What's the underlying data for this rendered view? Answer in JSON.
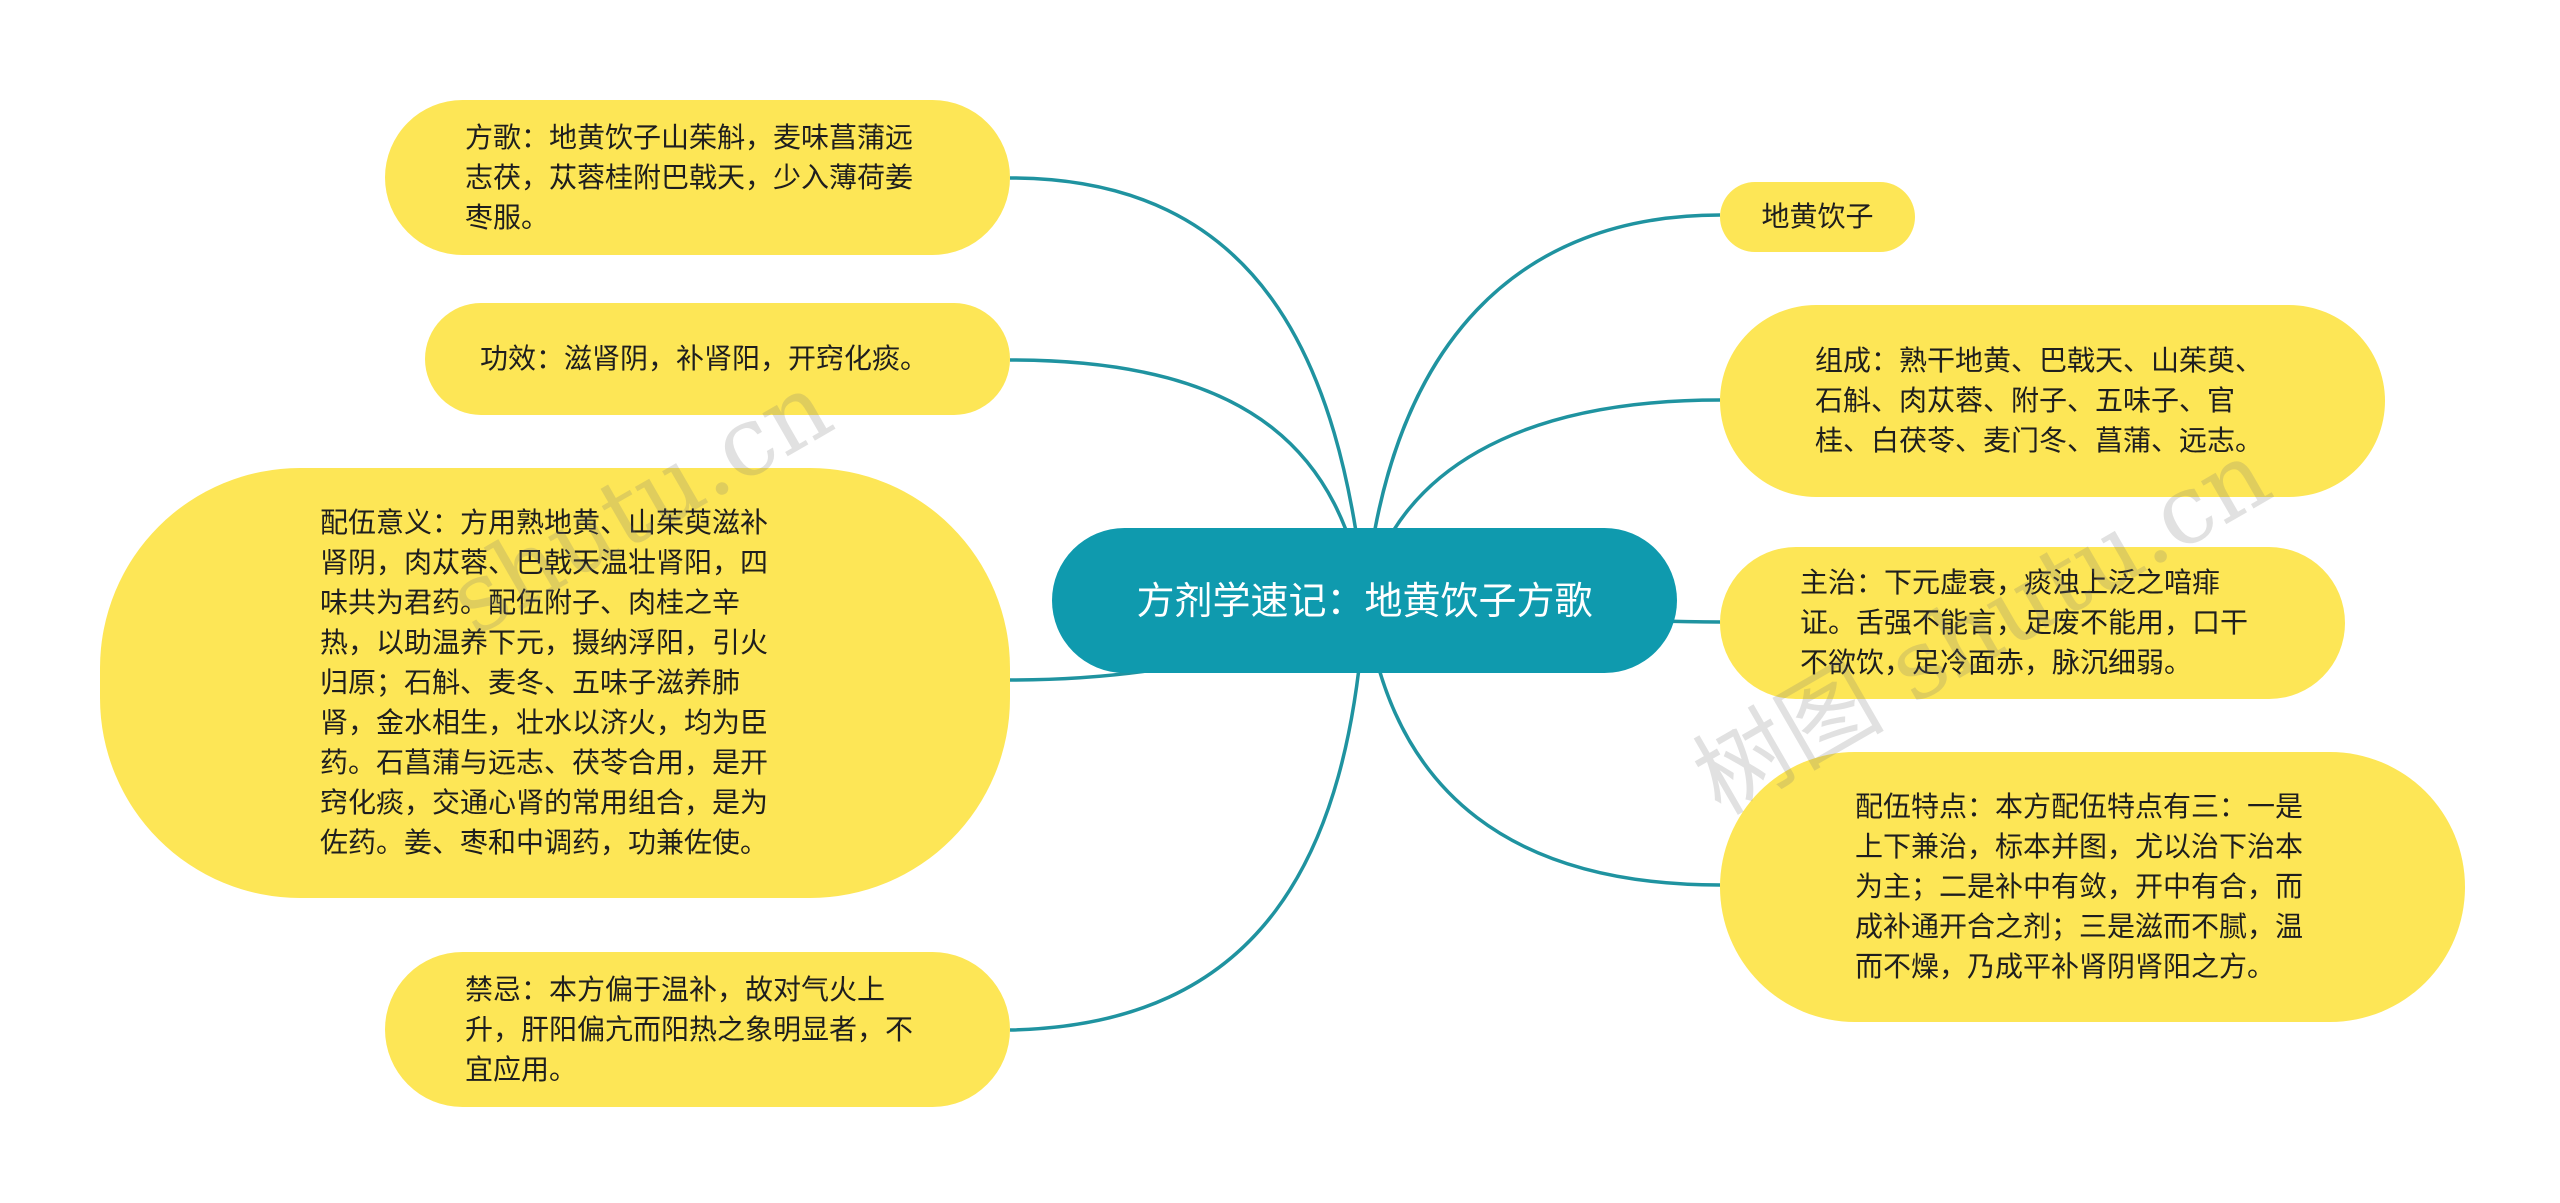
{
  "colors": {
    "root_fill": "#0f9aae",
    "root_text": "#ffffff",
    "leaf_fill": "#fde656",
    "leaf_text": "#1e1e1e",
    "link": "#1f93a0"
  },
  "root": {
    "label": "方剂学速记：地黄饮子方歌"
  },
  "branches": {
    "fangge": {
      "label": "方歌：地黄饮子山茱斛，麦味菖蒲远志茯，苁蓉桂附巴戟天，少入薄荷姜枣服。"
    },
    "gongxiao": {
      "label": "功效：滋肾阴，补肾阳，开窍化痰。"
    },
    "peiwu_yiyi": {
      "label": "配伍意义：方用熟地黄、山茱萸滋补肾阴，肉苁蓉、巴戟天温壮肾阳，四味共为君药。配伍附子、肉桂之辛热，以助温养下元，摄纳浮阳，引火归原；石斛、麦冬、五味子滋养肺肾，金水相生，壮水以济火，均为臣药。石菖蒲与远志、茯苓合用，是开窍化痰，交通心肾的常用组合，是为佐药。姜、枣和中调药，功兼佐使。"
    },
    "jinji": {
      "label": "禁忌：本方偏于温补，故对气火上升，肝阳偏亢而阳热之象明显者，不宜应用。"
    },
    "name": {
      "label": "地黄饮子"
    },
    "zucheng": {
      "label": "组成：熟干地黄、巴戟天、山茱萸、石斛、肉苁蓉、附子、五味子、官桂、白茯苓、麦门冬、菖蒲、远志。"
    },
    "zhuzhi": {
      "label": "主治：下元虚衰，痰浊上泛之喑痱证。舌强不能言，足废不能用，口干不欲饮，足冷面赤，脉沉细弱。"
    },
    "peiwu_tedian": {
      "label": "配伍特点：本方配伍特点有三：一是上下兼治，标本并图，尤以治下治本为主；二是补中有敛，开中有合，而成补通开合之剂；三是滋而不腻，温而不燥，乃成平补肾阴肾阳之方。"
    }
  },
  "watermarks": {
    "left": "shutu.cn",
    "right": "树图 shutu.cn"
  }
}
